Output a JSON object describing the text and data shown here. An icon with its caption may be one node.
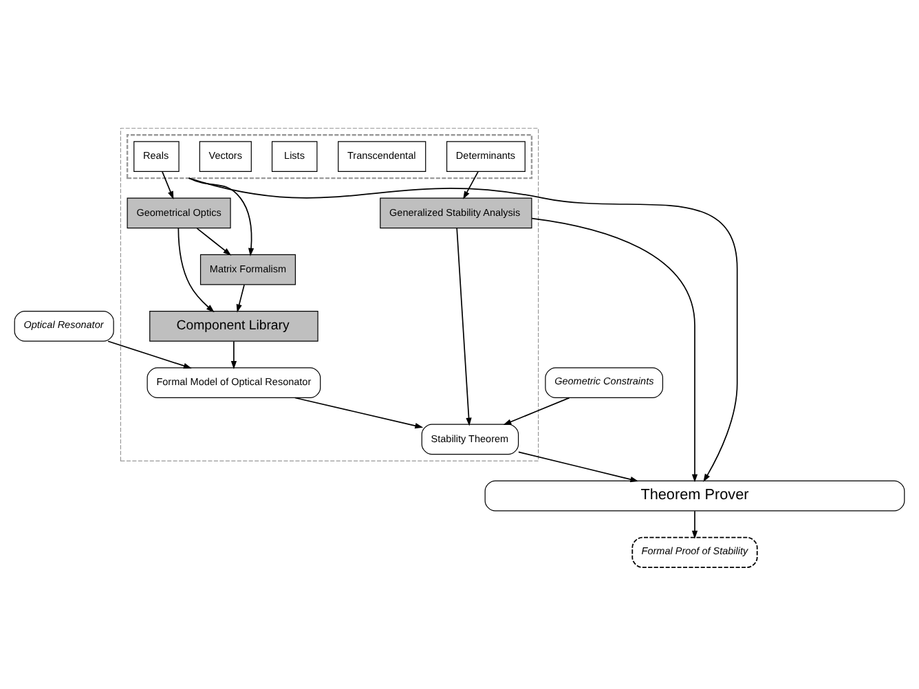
{
  "diagram": {
    "nodes": [
      {
        "text": [
          "Optical Resonator"
        ]
      },
      {
        "text": [
          "Geometric Constraints"
        ]
      },
      {
        "text": [],
        "shape": "box"
      },
      {
        "text": [],
        "shape": "box",
        "in": 2
      },
      {
        "text": [
          "Reals"
        ],
        "in": 3
      },
      {
        "text": [
          "Transcendental"
        ],
        "in": 3
      },
      {
        "text": [
          "Lists"
        ],
        "in": 3
      },
      {
        "text": [
          "Vectors"
        ],
        "in": 3
      },
      {
        "text": [
          "Determinants"
        ],
        "in": 3
      },
      {
        "text": [
          "Geometrical Optics"
        ],
        "in": 2
      },
      {
        "text": [
          "Matrix Formalism"
        ],
        "in": 2
      },
      {
        "text": [
          "Component Library"
        ],
        "in": 2
      },
      {
        "text": [
          "Formal Model of Optical Resonator"
        ],
        "in": 2
      },
      {
        "text": [
          "Generalized Stability Analysis"
        ],
        "in": 2
      },
      {
        "text": [
          "Stability Theorem"
        ],
        "in": 2
      },
      {
        "text": [
          "Theorem Prover"
        ]
      },
      {
        "text": [
          "Formal Proof of Stability"
        ]
      }
    ],
    "edges": [
      {
        "from": 3,
        "to": 10,
        "arrow": "to"
      },
      {
        "from": 4,
        "to": 9,
        "arrow": "to"
      },
      {
        "from": 9,
        "to": 10,
        "arrow": "to"
      },
      {
        "from": 9,
        "to": 11,
        "arrow": "to"
      },
      {
        "from": 10,
        "to": 11,
        "arrow": "to"
      },
      {
        "from": 11,
        "to": 12,
        "arrow": "to"
      },
      {
        "from": 0,
        "to": 12,
        "arrow": "to"
      },
      {
        "from": 12,
        "to": 14,
        "arrow": "to"
      },
      {
        "from": 1,
        "to": 14,
        "arrow": "to"
      },
      {
        "from": 8,
        "to": 13,
        "arrow": "to"
      },
      {
        "from": 13,
        "to": 14,
        "arrow": "to"
      },
      {
        "from": 3,
        "to": 15,
        "arrow": "to"
      },
      {
        "from": 13,
        "to": 15,
        "arrow": "to"
      },
      {
        "from": 14,
        "to": 15,
        "arrow": "to"
      },
      {
        "from": 15,
        "to": 16,
        "arrow": "to"
      }
    ]
  }
}
